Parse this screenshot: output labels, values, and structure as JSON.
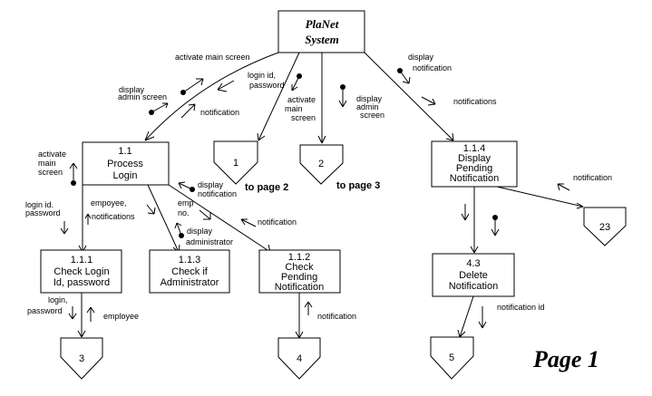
{
  "title": {
    "line1": "PlaNet",
    "line2": "System"
  },
  "processes": [
    {
      "id": "1.1",
      "line1": "Process",
      "line2": "Login"
    },
    {
      "id": "1.1.1",
      "line1": "Check Login",
      "line2": "Id, password"
    },
    {
      "id": "1.1.3",
      "line1": "Check if",
      "line2": "Administrator"
    },
    {
      "id": "1.1.2",
      "line1": "Check",
      "line2": "Pending",
      "line3": "Notification"
    },
    {
      "id": "1.1.4",
      "line1": "Display",
      "line2": "Pending",
      "line3": "Notification"
    },
    {
      "id": "4.3",
      "line1": "Delete",
      "line2": "Notification"
    }
  ],
  "connectors": [
    "1",
    "2",
    "23",
    "3",
    "4",
    "5"
  ],
  "page_refs": {
    "to_page_2": "to page 2",
    "to_page_3": "to page 3"
  },
  "flows": {
    "activate_main_screen_top": "activate main screen",
    "display_admin_screen_left": [
      "display",
      "admin screen"
    ],
    "login_id_password_top": [
      "login id,",
      "password"
    ],
    "notification_top_left": "notification",
    "activate_main_screen_mid": [
      "activate",
      "main",
      "screen"
    ],
    "display_admin_screen_mid": [
      "display",
      "admin",
      "screen"
    ],
    "display_notification_top": [
      "display",
      "notification"
    ],
    "notifications_top": "notifications",
    "activate_main_screen_left": [
      "activate",
      "main",
      "screen"
    ],
    "login_id_password_left": [
      "login id.",
      "password"
    ],
    "employee_notifications": [
      "empoyee,",
      "notifications"
    ],
    "display_notification_mid": [
      "display",
      "notification"
    ],
    "emp_no": [
      "emp",
      "no."
    ],
    "display_administrator": [
      "display",
      "administrator"
    ],
    "notification_mid": "notification",
    "notification_right": "notification",
    "login_password_bottom": [
      "login,",
      "password"
    ],
    "employee_bottom": "employee",
    "notification_bottom": "notification",
    "notification_id": "notification id"
  },
  "page_label": "Page 1"
}
